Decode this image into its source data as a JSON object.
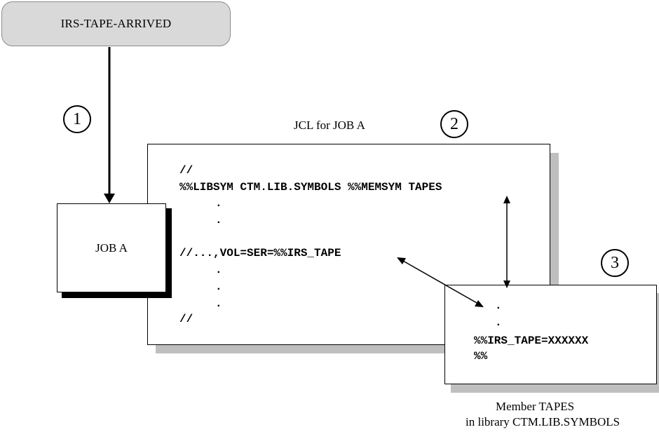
{
  "event": {
    "label": "IRS-TAPE-ARRIVED"
  },
  "steps": {
    "one": "1",
    "two": "2",
    "three": "3"
  },
  "job_box": {
    "label": "JOB A"
  },
  "jcl": {
    "caption": "JCL for JOB A",
    "lines": {
      "l1": "//",
      "l2": "%%LIBSYM CTM.LIB.SYMBOLS %%MEMSYM TAPES",
      "d1": ".",
      "d2": ".",
      "l3": "//...,VOL=SER=%%IRS_TAPE",
      "d3": ".",
      "d4": ".",
      "d5": ".",
      "l4": "//"
    }
  },
  "member": {
    "lines": {
      "d1": ".",
      "d2": ".",
      "l1": "%%IRS_TAPE=XXXXXX",
      "l2": "%%"
    },
    "caption_line1": "Member TAPES",
    "caption_line2": "in library CTM.LIB.SYMBOLS"
  }
}
